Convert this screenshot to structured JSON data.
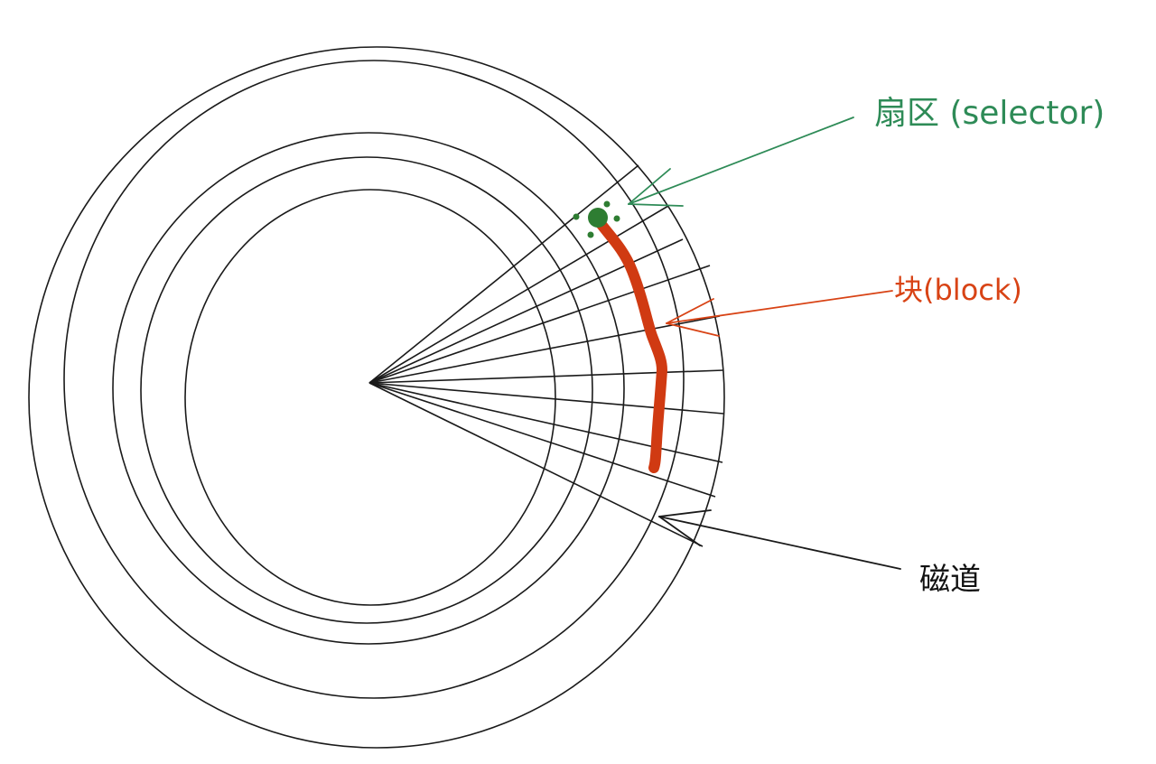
{
  "labels": {
    "sector": {
      "text": "扇区 (selector)",
      "color": "#2e8b57"
    },
    "block": {
      "text": "块(block)",
      "color": "#d84315"
    },
    "track": {
      "text": "磁道",
      "color": "#111111"
    }
  },
  "colors": {
    "line": "#1a1a1a",
    "sector_arrow": "#2e8b57",
    "sector_mark": "#2e7d32",
    "block_arrow": "#d84315",
    "block_stroke": "#d03a12",
    "track_arrow": "#1a1a1a"
  }
}
